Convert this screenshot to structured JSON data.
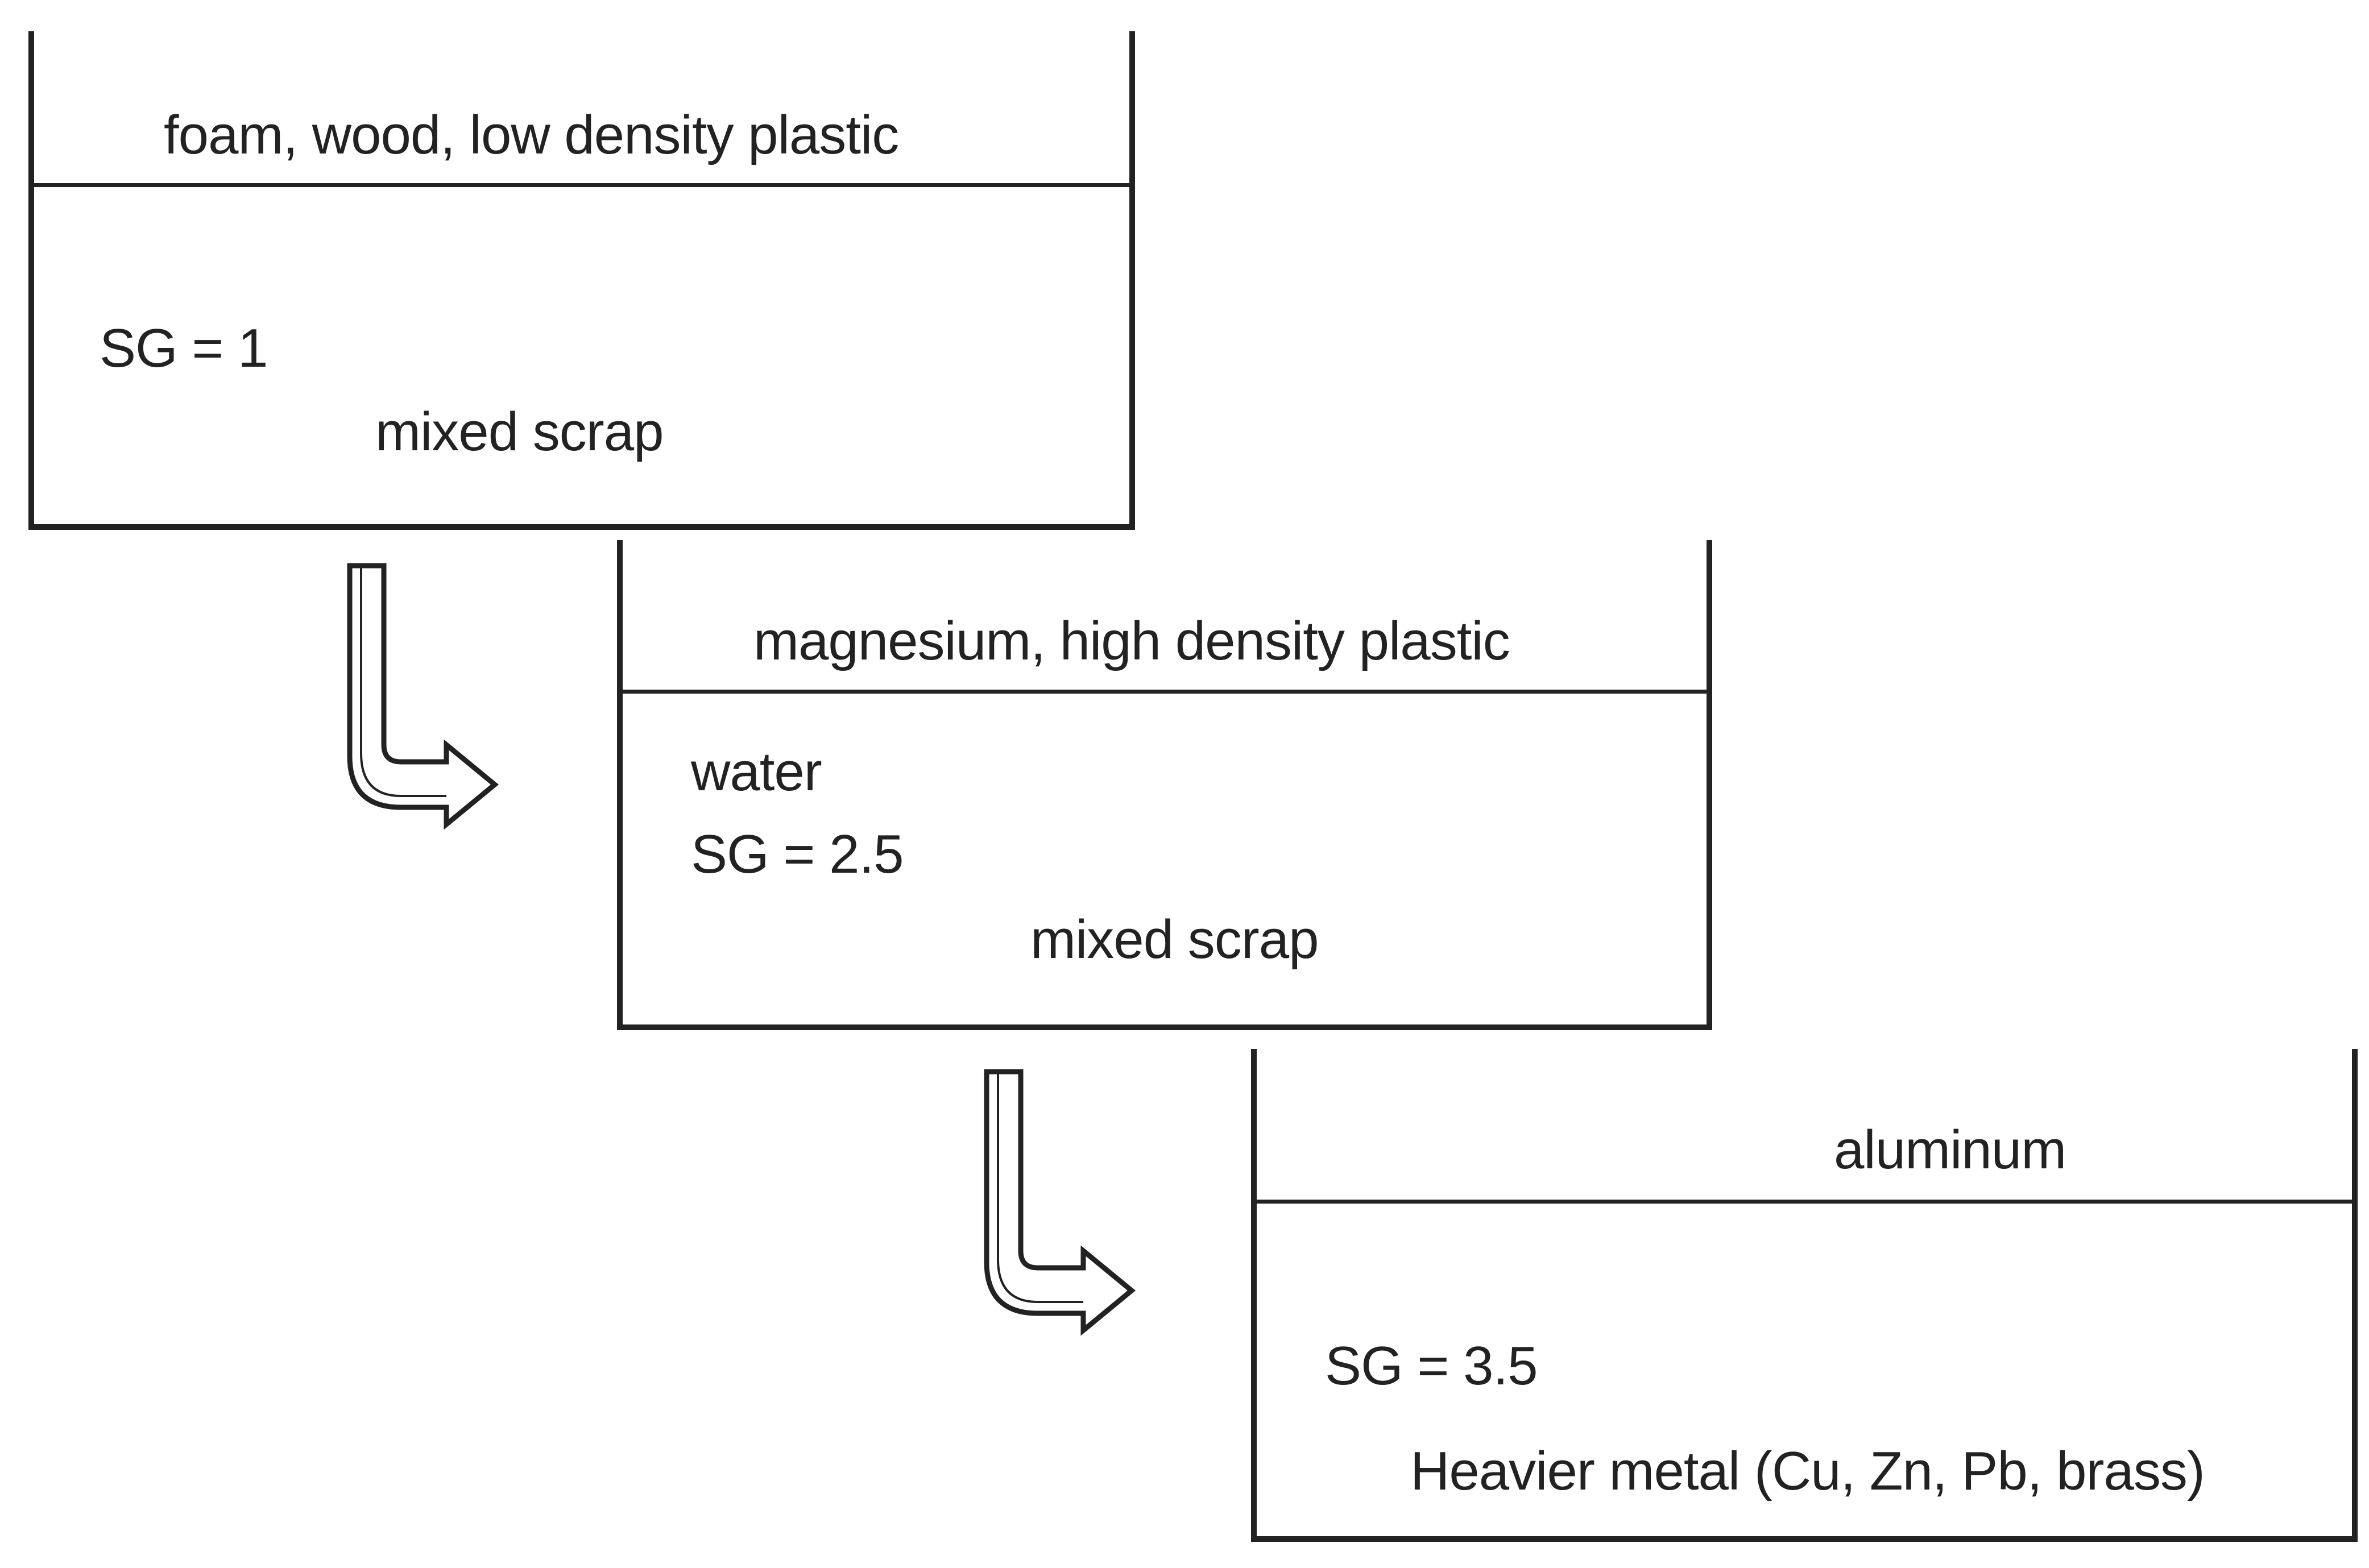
{
  "tanks": [
    {
      "floats": "foam, wood, low density plastic",
      "fluid": "",
      "sg": "SG = 1",
      "feed": "mixed scrap"
    },
    {
      "floats": "magnesium, high density plastic",
      "fluid": "water",
      "sg": "SG = 2.5",
      "feed": "mixed scrap"
    },
    {
      "floats": "aluminum",
      "fluid": "",
      "sg": "SG = 3.5",
      "feed": "Heavier metal (Cu, Zn, Pb, brass)"
    }
  ]
}
